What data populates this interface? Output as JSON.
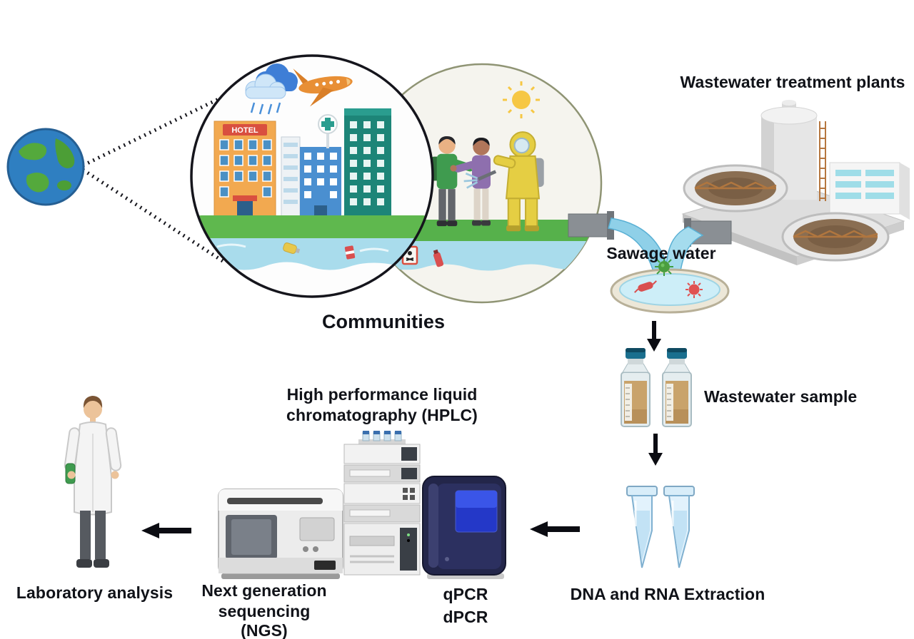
{
  "labels": {
    "wastewater_plants": "Wastewater treatment plants",
    "communities": "Communities",
    "sewage_water": "Sawage water",
    "wastewater_sample": "Wastewater sample",
    "dna_rna_extraction": "DNA and RNA Extraction",
    "qpcr": "qPCR",
    "dpcr": "dPCR",
    "hplc_line1": "High performance liquid",
    "hplc_line2": "chromatography (HPLC)",
    "ngs_line1": "Next generation",
    "ngs_line2": "sequencing (NGS)",
    "laboratory_analysis": "Laboratory analysis",
    "hotel_sign": "HOTEL"
  },
  "colors": {
    "text": "#101218",
    "arrow_black": "#0b0c12",
    "water_blue": "#a9dcec",
    "grass_green": "#5fb84e",
    "hazmat_yellow": "#e5ce43",
    "machine_navy": "#23264a",
    "screen_blue": "#2a3fd4",
    "sample_amber": "#c9a36b",
    "tube_blue": "#cfe8f7",
    "teal_building": "#1d8578",
    "hotel_orange": "#f2a950"
  }
}
